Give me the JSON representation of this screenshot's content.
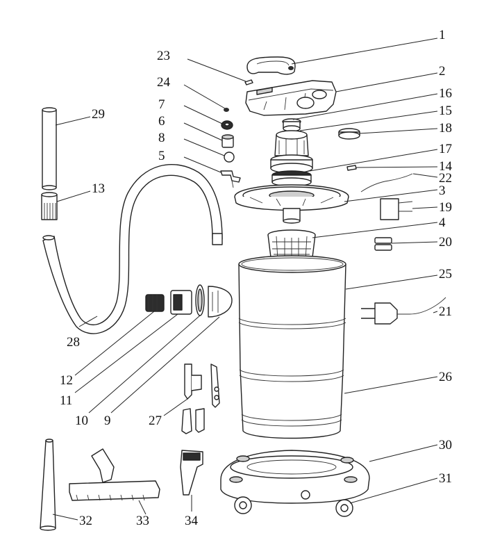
{
  "callouts": {
    "c1": "1",
    "c2": "2",
    "c3": "3",
    "c4": "4",
    "c5": "5",
    "c6": "6",
    "c7": "7",
    "c8": "8",
    "c9": "9",
    "c10": "10",
    "c11": "11",
    "c12": "12",
    "c13": "13",
    "c14": "14",
    "c15": "15",
    "c16": "16",
    "c17": "17",
    "c18": "18",
    "c19": "19",
    "c20": "20",
    "c21": "21",
    "c22": "22",
    "c23": "23",
    "c24": "24",
    "c25": "25",
    "c26": "26",
    "c27": "27",
    "c28": "28",
    "c29": "29",
    "c30": "30",
    "c31": "31",
    "c32": "32",
    "c33": "33",
    "c34": "34"
  },
  "colors": {
    "line": "#222222",
    "fill": "#ffffff",
    "shade": "#cfcfcf"
  }
}
